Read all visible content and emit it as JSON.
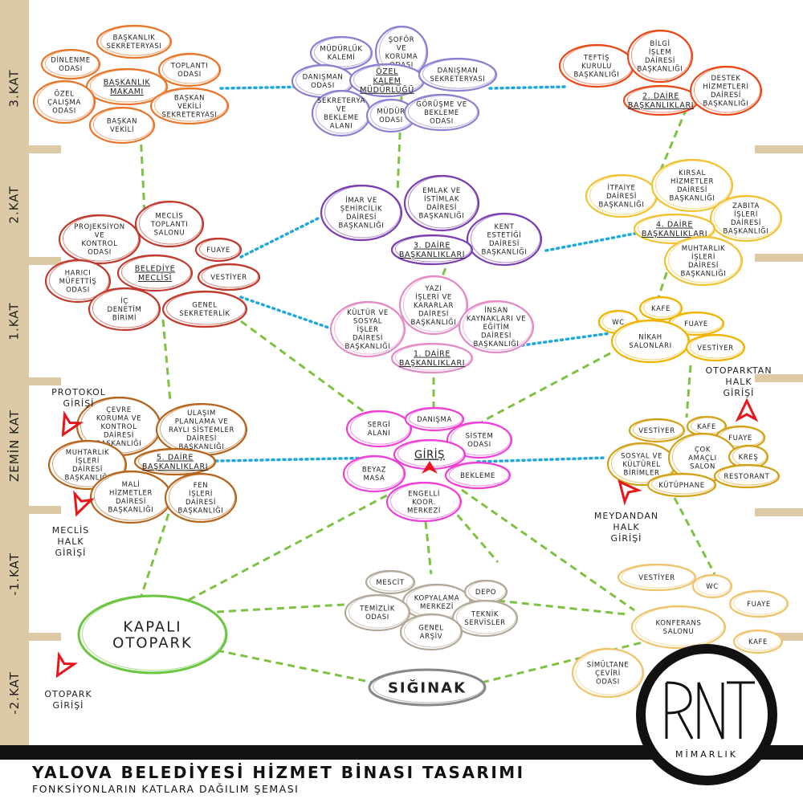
{
  "floors": [
    "3.KAT",
    "2.KAT",
    "1.KAT",
    "ZEMİN KAT",
    "-1.KAT",
    "-2.KAT"
  ],
  "nodes": [
    {
      "id": "baskanlik-sekreteryasi",
      "color": "#e8772b",
      "lines": [
        "BAŞKANLIK",
        "SEKRETERYASI"
      ]
    },
    {
      "id": "dinlenme-odasi",
      "color": "#e8772b",
      "lines": [
        "DİNLENME",
        "ODASI"
      ]
    },
    {
      "id": "toplanti-odasi-3",
      "color": "#e8772b",
      "lines": [
        "TOPLANTI",
        "ODASI"
      ]
    },
    {
      "id": "baskanlik-makami",
      "color": "#e8772b",
      "main": true,
      "lines": [
        "BAŞKANLIK",
        "MAKAMI"
      ]
    },
    {
      "id": "ozel-calisma-odasi",
      "color": "#e8772b",
      "lines": [
        "ÖZEL",
        "ÇALIŞMA",
        "ODASI"
      ]
    },
    {
      "id": "baskan-vekili-sekreteryasi",
      "color": "#e8772b",
      "lines": [
        "BAŞKAN",
        "VEKİLİ",
        "SEKRETERYASI"
      ]
    },
    {
      "id": "baskan-vekili",
      "color": "#e8772b",
      "lines": [
        "BAŞKAN",
        "VEKİLİ"
      ]
    },
    {
      "id": "mudurluk-kalemi",
      "color": "#8e7fd0",
      "lines": [
        "MÜDÜRLÜK",
        "KALEMİ"
      ]
    },
    {
      "id": "sofor-koruma",
      "color": "#8e7fd0",
      "lines": [
        "ŞOFÖR",
        "VE",
        "KORUMA",
        "ODASI"
      ]
    },
    {
      "id": "danisman-odasi-3",
      "color": "#8e7fd0",
      "lines": [
        "DANIŞMAN",
        "ODASI"
      ]
    },
    {
      "id": "ozel-kalem",
      "color": "#8e7fd0",
      "main": true,
      "lines": [
        "ÖZEL",
        "KALEM",
        "MÜDÜRLÜĞÜ"
      ]
    },
    {
      "id": "danisman-sekreteryasi",
      "color": "#8e7fd0",
      "lines": [
        "DANIŞMAN",
        "SEKRETERYASI"
      ]
    },
    {
      "id": "sekreterya-bekleme",
      "color": "#8e7fd0",
      "lines": [
        "SEKRETERYA",
        "VE",
        "BEKLEME",
        "ALANI"
      ]
    },
    {
      "id": "mudur-odasi",
      "color": "#8e7fd0",
      "lines": [
        "MÜDÜR",
        "ODASI"
      ]
    },
    {
      "id": "gorusme-bekleme",
      "color": "#8e7fd0",
      "lines": [
        "GÖRÜŞME VE",
        "BEKLEME",
        "ODASI"
      ]
    },
    {
      "id": "teftis-kurulu",
      "color": "#e84a1b",
      "lines": [
        "TEFTİŞ",
        "KURULU",
        "BAŞKANLIĞI"
      ]
    },
    {
      "id": "bilgi-islem",
      "color": "#e84a1b",
      "lines": [
        "BİLGİ",
        "İŞLEM",
        "DAİRESİ",
        "BAŞKANLIĞI"
      ]
    },
    {
      "id": "daire-2",
      "color": "#e84a1b",
      "main": true,
      "lines": [
        "2. DAİRE",
        "BAŞKANLIKLARI"
      ]
    },
    {
      "id": "destek-hizmetleri",
      "color": "#e84a1b",
      "lines": [
        "DESTEK",
        "HİZMETLERİ",
        "DAİRESİ",
        "BAŞKANLIĞI"
      ]
    },
    {
      "id": "meclis-toplanti",
      "color": "#c0392b",
      "lines": [
        "MECLİS",
        "TOPLANTI",
        "SALONU"
      ]
    },
    {
      "id": "projeksiyon-kontrol",
      "color": "#c0392b",
      "lines": [
        "PROJEKSİYON",
        "VE",
        "KONTROL",
        "ODASI"
      ]
    },
    {
      "id": "fuaye-2",
      "color": "#c0392b",
      "lines": [
        "FUAYE"
      ]
    },
    {
      "id": "belediye-meclisi",
      "color": "#c0392b",
      "main": true,
      "lines": [
        "BELEDİYE",
        "MECLİSİ"
      ]
    },
    {
      "id": "vestiyer-2",
      "color": "#c0392b",
      "lines": [
        "VESTİYER"
      ]
    },
    {
      "id": "harici-mufettis",
      "color": "#c0392b",
      "lines": [
        "HARICI",
        "MÜFETTİŞ",
        "ODASI"
      ]
    },
    {
      "id": "ic-denetim",
      "color": "#c0392b",
      "lines": [
        "İÇ",
        "DENETİM",
        "BİRİMİ"
      ]
    },
    {
      "id": "genel-sekreterlik",
      "color": "#c0392b",
      "lines": [
        "GENEL",
        "SEKRETERLİK"
      ]
    },
    {
      "id": "imar-sehircilik",
      "color": "#7a3fb0",
      "lines": [
        "İMAR VE",
        "ŞEHİRCİLİK",
        "DAİRESİ",
        "BAŞKANLIĞI"
      ]
    },
    {
      "id": "emlak-istimlak",
      "color": "#7a3fb0",
      "lines": [
        "EMLAK VE",
        "İSTİMLAK",
        "DAİRESİ",
        "BAŞKANLIĞI"
      ]
    },
    {
      "id": "kent-estetigi",
      "color": "#7a3fb0",
      "lines": [
        "KENT",
        "ESTETİĞİ",
        "DAİRESİ",
        "BAŞKANLIĞI"
      ]
    },
    {
      "id": "daire-3",
      "color": "#7a3fb0",
      "main": true,
      "lines": [
        "3. DAİRE",
        "BAŞKANLIKLARI"
      ]
    },
    {
      "id": "itfaiye",
      "color": "#f1c232",
      "lines": [
        "İTFAİYE",
        "DAİRESİ",
        "BAŞKANLIĞI"
      ]
    },
    {
      "id": "kirsal-hizmetler",
      "color": "#f1c232",
      "lines": [
        "KIRSAL",
        "HİZMETLER",
        "DAİRESİ",
        "BAŞKANLIĞI"
      ]
    },
    {
      "id": "zabita",
      "color": "#f1c232",
      "lines": [
        "ZABITA",
        "İŞLERİ",
        "DAİRESİ",
        "BAŞKANLIĞI"
      ]
    },
    {
      "id": "daire-4",
      "color": "#f1c232",
      "main": true,
      "lines": [
        "4. DAİRE",
        "BAŞKANLIKLARI"
      ]
    },
    {
      "id": "muhtarlik-2",
      "color": "#f1c232",
      "lines": [
        "MUHTARLIK",
        "İŞLERİ",
        "DAİRESİ",
        "BAŞKANLIĞI"
      ]
    },
    {
      "id": "yazi-isleri",
      "color": "#e48bc6",
      "lines": [
        "YAZI",
        "İŞLERİ VE",
        "KARARLAR",
        "DAİRESİ",
        "BAŞKANLIĞI"
      ]
    },
    {
      "id": "kultur-sosyal",
      "color": "#e48bc6",
      "lines": [
        "KÜLTÜR VE",
        "SOSYAL",
        "İŞLER",
        "DAİRESİ",
        "BAŞKANLIĞI"
      ]
    },
    {
      "id": "insan-kaynaklari",
      "color": "#e48bc6",
      "lines": [
        "İNSAN",
        "KAYNAKLARI VE",
        "EĞİTİM",
        "DAİRESİ",
        "BAŞKANLIĞI"
      ]
    },
    {
      "id": "daire-1",
      "color": "#e48bc6",
      "main": true,
      "lines": [
        "1. DAİRE",
        "BAŞKANLIKLARI"
      ]
    },
    {
      "id": "kafe-1",
      "color": "#f0b400",
      "lines": [
        "KAFE"
      ]
    },
    {
      "id": "wc-1",
      "color": "#f0b400",
      "lines": [
        "WC"
      ]
    },
    {
      "id": "fuaye-1",
      "color": "#f0b400",
      "lines": [
        "FUAYE"
      ]
    },
    {
      "id": "nikah-salonlari",
      "color": "#f0b400",
      "lines": [
        "NİKAH",
        "SALONLARI"
      ]
    },
    {
      "id": "vestiyer-1",
      "color": "#f0b400",
      "lines": [
        "VESTİYER"
      ]
    },
    {
      "id": "cevre-koruma",
      "color": "#b5651d",
      "lines": [
        "ÇEVRE",
        "KORUMA VE",
        "KONTROL",
        "DAİRESİ",
        "BAŞKANLIĞI"
      ]
    },
    {
      "id": "ulasim-planlama",
      "color": "#b5651d",
      "lines": [
        "ULAŞIM",
        "PLANLAMA VE",
        "RAYLI SİSTEMLER",
        "DAİRESİ",
        "BAŞKANLIĞI"
      ]
    },
    {
      "id": "muhtarlik-z",
      "color": "#b5651d",
      "lines": [
        "MUHTARLIK",
        "İŞLERİ",
        "DAİRESİ",
        "BAŞKANLIĞI"
      ]
    },
    {
      "id": "daire-5",
      "color": "#b5651d",
      "main": true,
      "lines": [
        "5. DAİRE",
        "BAŞKANLIKLARI"
      ]
    },
    {
      "id": "mali-hizmetler",
      "color": "#b5651d",
      "lines": [
        "MALİ",
        "HİZMETLER",
        "DAİRESİ",
        "BAŞKANLIĞI"
      ]
    },
    {
      "id": "fen-isleri",
      "color": "#b5651d",
      "lines": [
        "FEN",
        "İŞLERİ",
        "DAİRESİ",
        "BAŞKANLIĞI"
      ]
    },
    {
      "id": "sergi-alani",
      "color": "#ee3fd6",
      "lines": [
        "SERGİ",
        "ALANI"
      ]
    },
    {
      "id": "danisma",
      "color": "#ee3fd6",
      "lines": [
        "DANIŞMA"
      ]
    },
    {
      "id": "sistem-odasi",
      "color": "#ee3fd6",
      "lines": [
        "SİSTEM",
        "ODASI"
      ]
    },
    {
      "id": "giris",
      "color": "#ee3fd6",
      "main": true,
      "lines": [
        "GİRİŞ"
      ]
    },
    {
      "id": "beyaz-masa",
      "color": "#ee3fd6",
      "lines": [
        "BEYAZ",
        "MASA"
      ]
    },
    {
      "id": "bekleme",
      "color": "#ee3fd6",
      "lines": [
        "BEKLEME"
      ]
    },
    {
      "id": "engelli",
      "color": "#ee3fd6",
      "lines": [
        "ENGELLİ",
        "KOOR.",
        "MERKEZİ"
      ]
    },
    {
      "id": "vestiyer-z",
      "color": "#d4a017",
      "lines": [
        "VESTİYER"
      ]
    },
    {
      "id": "kafe-z",
      "color": "#d4a017",
      "lines": [
        "KAFE"
      ]
    },
    {
      "id": "fuaye-z",
      "color": "#d4a017",
      "lines": [
        "FUAYE"
      ]
    },
    {
      "id": "sosyal-kulturel",
      "color": "#d4a017",
      "lines": [
        "SOSYAL VE",
        "KÜLTÜREL",
        "BİRİMLER"
      ]
    },
    {
      "id": "cok-amacli",
      "color": "#d4a017",
      "lines": [
        "ÇOK",
        "AMAÇLI",
        "SALON"
      ]
    },
    {
      "id": "kres",
      "color": "#d4a017",
      "lines": [
        "KREŞ"
      ]
    },
    {
      "id": "kutuphane",
      "color": "#d4a017",
      "lines": [
        "KÜTÜPHANE"
      ]
    },
    {
      "id": "restorant",
      "color": "#d4a017",
      "lines": [
        "RESTORANT"
      ]
    },
    {
      "id": "mescit",
      "color": "#b3a998",
      "lines": [
        "MESCİT"
      ]
    },
    {
      "id": "kopyalama",
      "color": "#b3a998",
      "lines": [
        "KOPYALAMA",
        "MERKEZİ"
      ]
    },
    {
      "id": "depo",
      "color": "#b3a998",
      "lines": [
        "DEPO"
      ]
    },
    {
      "id": "temizlik",
      "color": "#b3a998",
      "lines": [
        "TEMİZLİK",
        "ODASI"
      ]
    },
    {
      "id": "teknik-servisler",
      "color": "#b3a998",
      "lines": [
        "TEKNİK",
        "SERVİSLER"
      ]
    },
    {
      "id": "genel-arsiv",
      "color": "#b3a998",
      "lines": [
        "GENEL",
        "ARŞİV"
      ]
    },
    {
      "id": "vestiyer-k",
      "color": "#f0c36d",
      "lines": [
        "VESTİYER"
      ]
    },
    {
      "id": "wc-k",
      "color": "#f0c36d",
      "lines": [
        "WC"
      ]
    },
    {
      "id": "fuaye-k",
      "color": "#f0c36d",
      "lines": [
        "FUAYE"
      ]
    },
    {
      "id": "konferans",
      "color": "#f0c36d",
      "lines": [
        "KONFERANS",
        "SALONU"
      ]
    },
    {
      "id": "kafe-k",
      "color": "#f0c36d",
      "lines": [
        "KAFE"
      ]
    },
    {
      "id": "simultane",
      "color": "#f0c36d",
      "lines": [
        "SİMÜLTANE",
        "ÇEVİRİ",
        "ODASI"
      ]
    },
    {
      "id": "kapali-otopark",
      "color": "#6cc644",
      "lines": [
        "KAPALI",
        "OTOPARK"
      ]
    },
    {
      "id": "siginak",
      "color": "#888888",
      "lines": [
        "SIĞINAK"
      ]
    }
  ],
  "entrances": [
    {
      "id": "protokol",
      "lines": [
        "PROTOKOL",
        "GİRİŞİ"
      ]
    },
    {
      "id": "otoparktan-halk",
      "lines": [
        "OTOPARKTAN",
        "HALK",
        "GİRİŞİ"
      ]
    },
    {
      "id": "meclis-halk",
      "lines": [
        "MECLİS",
        "HALK",
        "GİRİŞİ"
      ]
    },
    {
      "id": "meydandan-halk",
      "lines": [
        "MEYDANDAN",
        "HALK",
        "GİRİŞİ"
      ]
    },
    {
      "id": "otopark-girisi",
      "lines": [
        "OTOPARK",
        "GİRİŞİ"
      ]
    }
  ],
  "colors": {
    "floor_band": "#dccaa7",
    "green_link": "#7dc242",
    "blue_link": "#1fa8e0",
    "entrance_arrow": "#e8151b"
  },
  "title": "YALOVA BELEDİYESİ HİZMET BİNASI TASARIMI",
  "subtitle": "FONKSİYONLARIN KATLARA DAĞILIM ŞEMASI",
  "logo": {
    "monogram": "RNT",
    "word": "MİMARLIK"
  }
}
